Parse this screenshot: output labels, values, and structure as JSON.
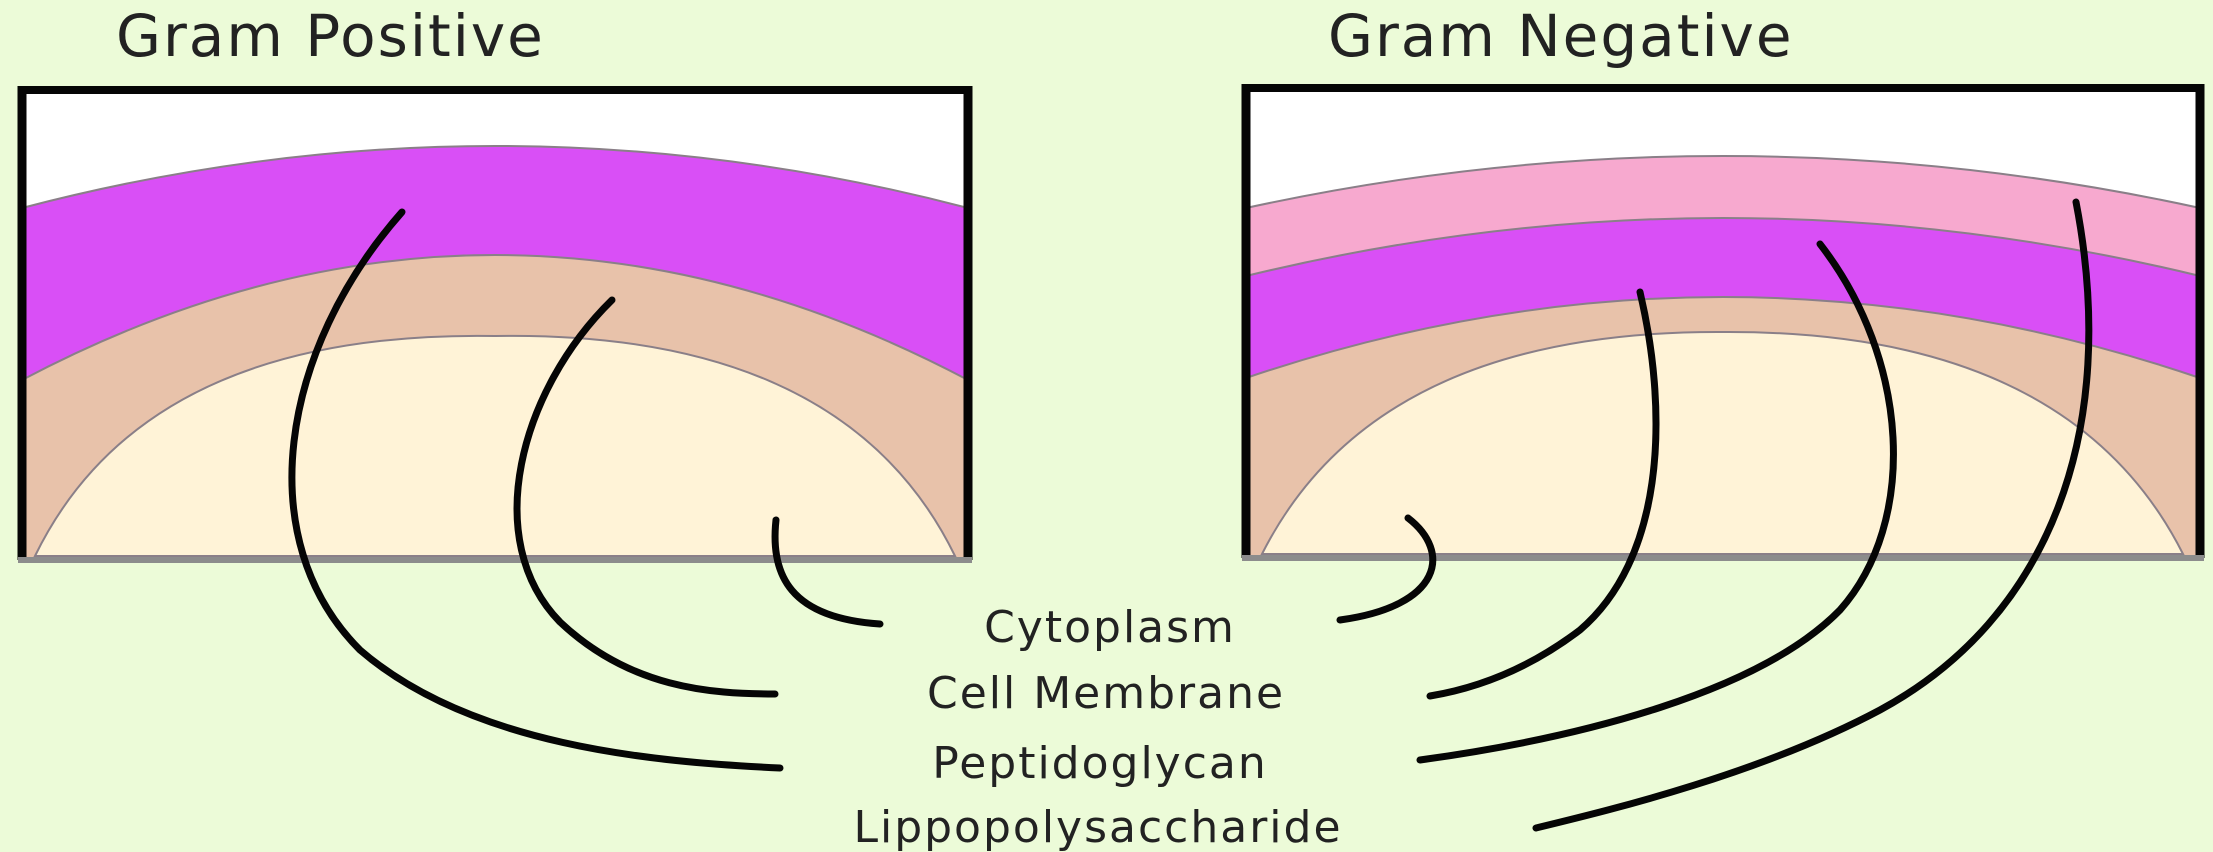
{
  "titles": {
    "gram_positive": "Gram Positive",
    "gram_negative": "Gram Negative"
  },
  "labels": {
    "cytoplasm": "Cytoplasm",
    "cell_membrane": "Cell Membrane",
    "peptidoglycan": "Peptidoglycan",
    "lipopolysaccharide": "Lippopolysaccharide"
  },
  "colors": {
    "background": "#ecfbd8",
    "peptidoglycan": "#d94ff6",
    "lipopolysaccharide": "#f7a9cf",
    "cell_membrane": "#e8c2aa",
    "cytoplasm": "#fff3d7"
  }
}
